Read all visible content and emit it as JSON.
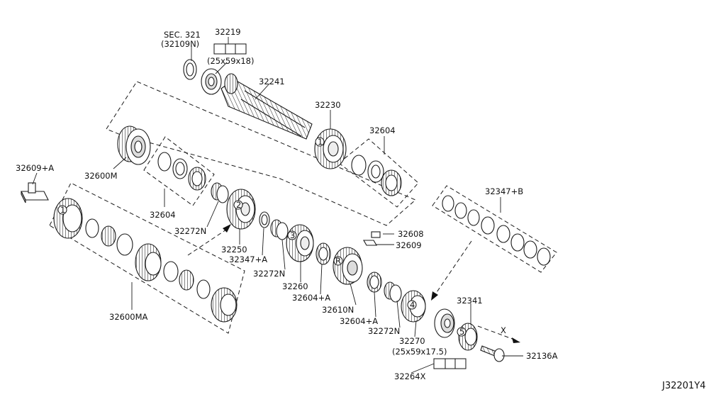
{
  "labels": {
    "sec": "SEC. 321",
    "sec_sub": "(32109N)",
    "p32219": "32219",
    "p32219_size": "(25x59x18)",
    "p32241": "32241",
    "p32230": "32230",
    "p32604_top": "32604",
    "p32600m": "32600M",
    "p32609a": "32609+A",
    "p32604_mid": "32604",
    "p32272n_a": "32272N",
    "p32250": "32250",
    "p32347a": "32347+A",
    "p32272n_b": "32272N",
    "p32260": "32260",
    "p32604a_a": "32604+A",
    "p32610n": "32610N",
    "p32604a_b": "32604+A",
    "p32272n_c": "32272N",
    "p32270": "32270",
    "p32270_size": "(25x59x17.5)",
    "p32264x": "32264X",
    "p32608": "32608",
    "p32609": "32609",
    "p32347b": "32347+B",
    "p32341": "32341",
    "p32136a": "32136A",
    "p32600ma": "32600MA",
    "x_mark": "X",
    "diagram_id": "J32201Y4"
  },
  "callouts": {
    "c1a": "1",
    "c1b": "1",
    "c2": "2",
    "c3": "3",
    "c4": "4",
    "c5": "5",
    "cr": "R"
  }
}
